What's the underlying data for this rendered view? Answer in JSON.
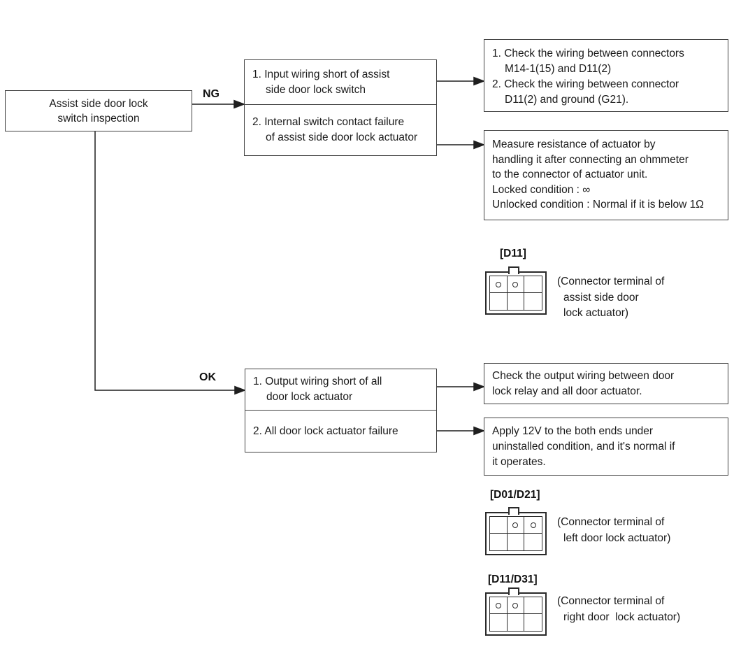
{
  "labels": {
    "ng": "NG",
    "ok": "OK"
  },
  "start_box": {
    "line1": "Assist side door lock",
    "line2": "switch inspection"
  },
  "ng_causes": {
    "item1_line1": "1. Input wiring short of assist",
    "item1_line2": "side door lock switch",
    "item2_line1": "2. Internal switch contact failure",
    "item2_line2": "of assist side door lock actuator"
  },
  "ng_action1": {
    "line1": "1. Check the wiring between connectors",
    "line2": "M14-1(15) and D11(2)",
    "line3": "2. Check the wiring between connector",
    "line4": "D11(2) and ground (G21)."
  },
  "ng_action2": {
    "line1": "Measure resistance of actuator by",
    "line2": "handling it after connecting an ohmmeter",
    "line3": "to the connector of actuator unit.",
    "line4": "Locked condition : ∞",
    "line5": "Unlocked condition : Normal if it is below 1Ω"
  },
  "ok_causes": {
    "item1_line1": "1. Output wiring short of all",
    "item1_line2": "door lock actuator",
    "item2": "2. All door lock actuator failure"
  },
  "ok_action1": {
    "line1": "Check the output wiring between door",
    "line2": "lock relay and all door actuator."
  },
  "ok_action2": {
    "line1": "Apply 12V to the both ends under",
    "line2": "uninstalled condition, and it's normal if",
    "line3": "it operates."
  },
  "connectors": {
    "d11": {
      "label": "[D11]",
      "caption_line1": "(Connector terminal of",
      "caption_line2": "assist side door",
      "caption_line3": "lock actuator)"
    },
    "d01_d21": {
      "label": "[D01/D21]",
      "caption_line1": "(Connector terminal of",
      "caption_line2": "left door lock actuator)"
    },
    "d11_d31": {
      "label": "[D11/D31]",
      "caption_line1": "(Connector terminal of",
      "caption_line2": "right door  lock actuator)"
    }
  }
}
